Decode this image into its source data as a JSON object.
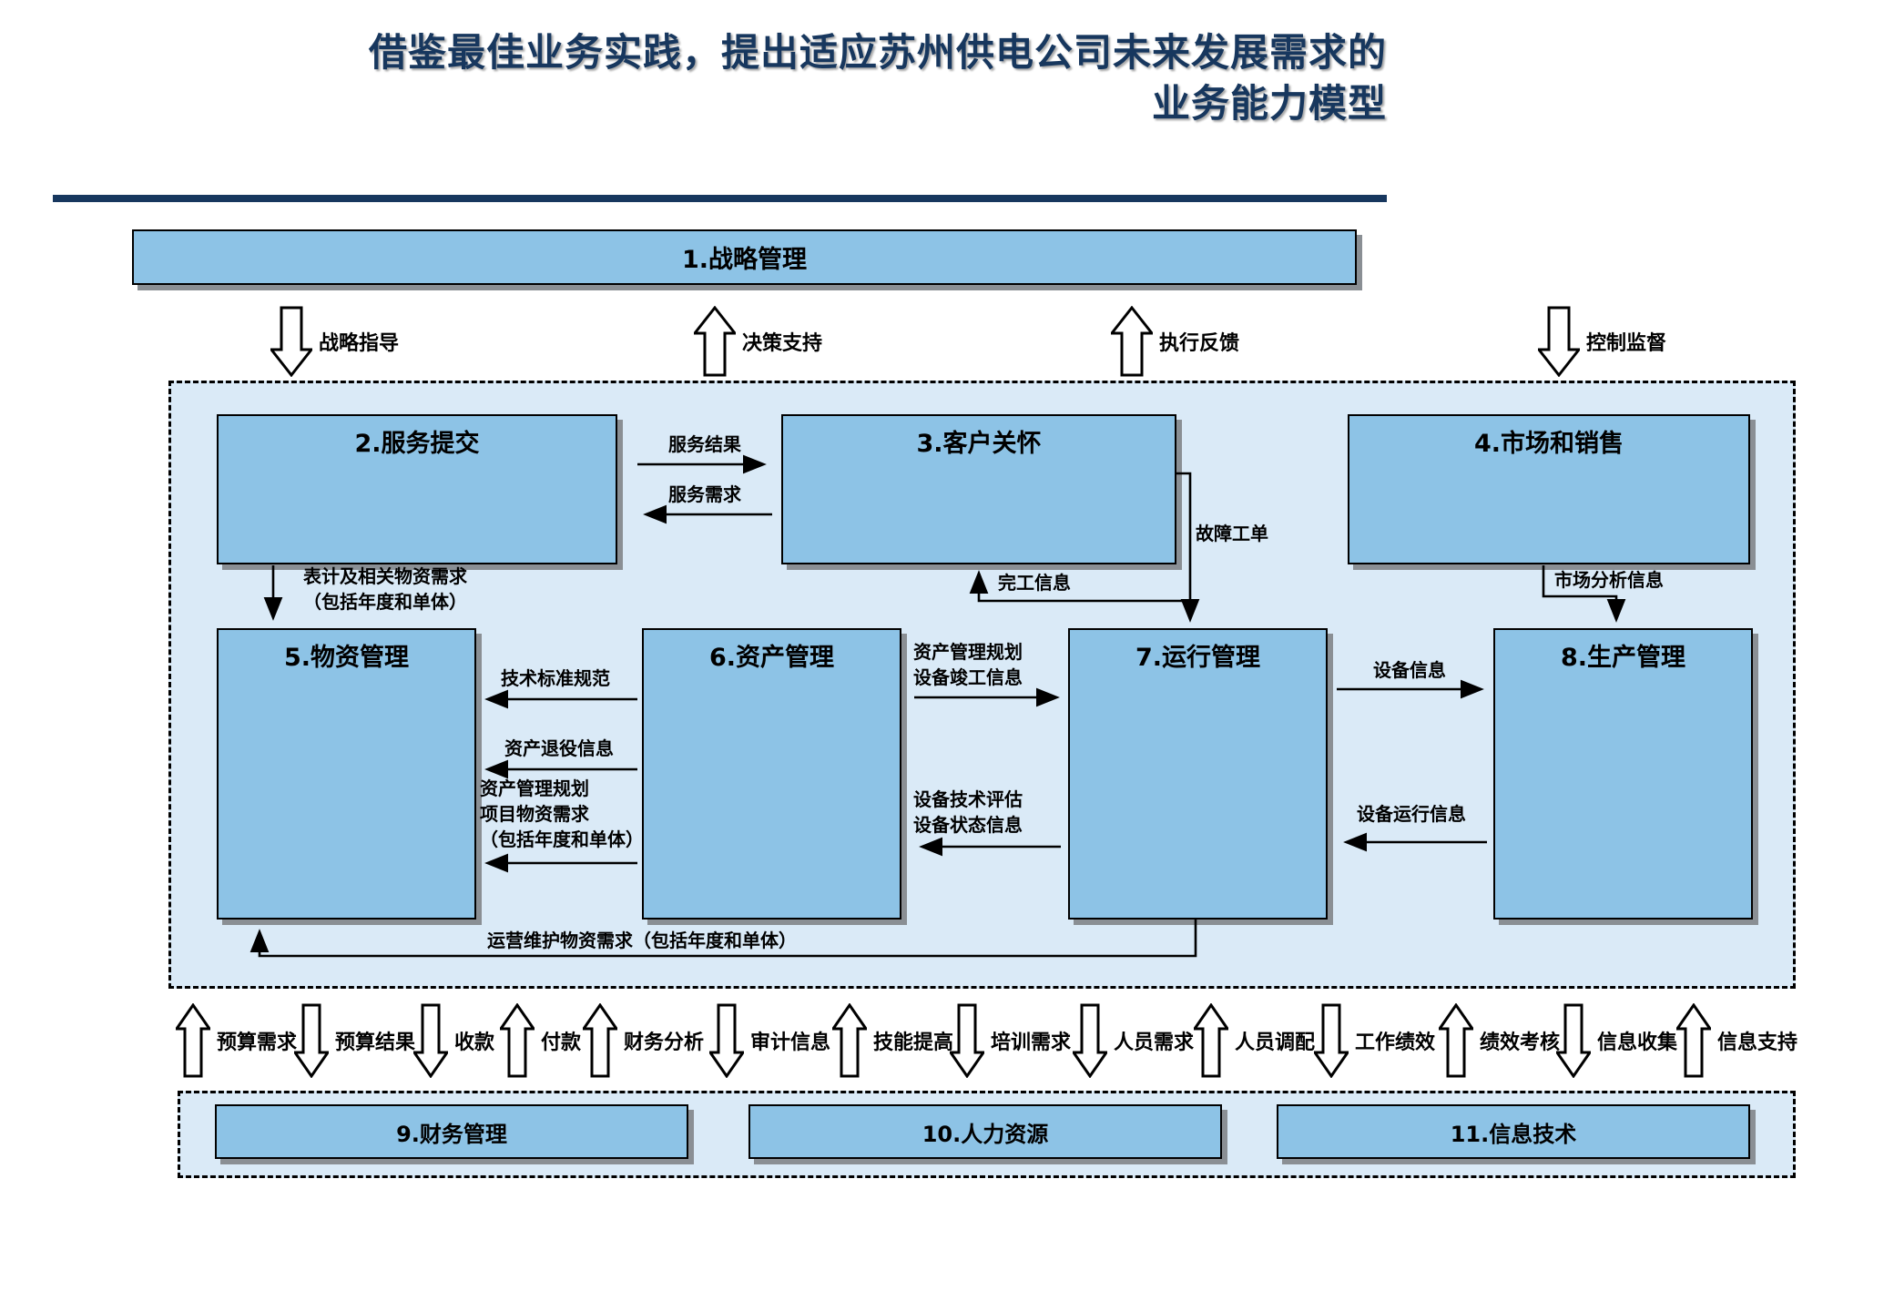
{
  "title": {
    "line1": "借鉴最佳业务实践，提出适应苏州供电公司未来发展需求的",
    "line2": "业务能力模型"
  },
  "colors": {
    "accent_navy": "#17375E",
    "box_fill": "#8DC3E6",
    "container_fill": "#DAEAF7",
    "shadow_gray": "#8a8f94"
  },
  "boxes": {
    "b1": "1.战略管理",
    "b2": "2.服务提交",
    "b3": "3.客户关怀",
    "b4": "4.市场和销售",
    "b5": "5.物资管理",
    "b6": "6.资产管理",
    "b7": "7.运行管理",
    "b8": "8.生产管理",
    "b9": "9.财务管理",
    "b10": "10.人力资源",
    "b11": "11.信息技术"
  },
  "top_flows": [
    {
      "label": "战略指导",
      "dir": "down"
    },
    {
      "label": "决策支持",
      "dir": "up"
    },
    {
      "label": "执行反馈",
      "dir": "up"
    },
    {
      "label": "控制监督",
      "dir": "down"
    }
  ],
  "mid_flows": {
    "service_result": "服务结果",
    "service_demand": "服务需求",
    "meter_demand_l1": "表计及相关物资需求",
    "meter_demand_l2": "（包括年度和单体）",
    "completion_info": "完工信息",
    "fault_order": "故障工单",
    "market_analysis": "市场分析信息",
    "tech_standard": "技术标准规范",
    "asset_retire": "资产退役信息",
    "project_demand_l1": "资产管理规划",
    "project_demand_l2": "项目物资需求",
    "project_demand_l3": "（包括年度和单体）",
    "asset_plan_l1": "资产管理规划",
    "asset_plan_l2": "设备竣工信息",
    "equip_eval_l1": "设备技术评估",
    "equip_eval_l2": "设备状态信息",
    "equip_info": "设备信息",
    "equip_run_info": "设备运行信息",
    "om_material": "运营维护物资需求（包括年度和单体）"
  },
  "bottom_flows": [
    {
      "label": "预算需求",
      "dir": "up"
    },
    {
      "label": "预算结果",
      "dir": "down"
    },
    {
      "label": "收款",
      "dir": "down"
    },
    {
      "label": "付款",
      "dir": "up"
    },
    {
      "label": "财务分析",
      "dir": "up"
    },
    {
      "label": "审计信息",
      "dir": "down"
    },
    {
      "label": "技能提高",
      "dir": "up"
    },
    {
      "label": "培训需求",
      "dir": "down"
    },
    {
      "label": "人员需求",
      "dir": "down"
    },
    {
      "label": "人员调配",
      "dir": "up"
    },
    {
      "label": "工作绩效",
      "dir": "down"
    },
    {
      "label": "绩效考核",
      "dir": "up"
    },
    {
      "label": "信息收集",
      "dir": "down"
    },
    {
      "label": "信息支持",
      "dir": "up"
    }
  ]
}
